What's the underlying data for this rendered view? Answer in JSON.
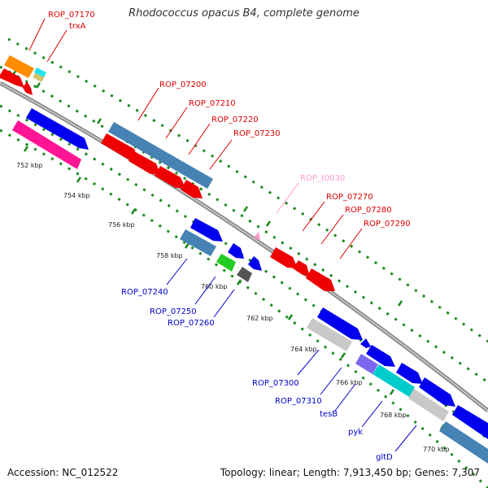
{
  "title": "Rhodococcus opacus B4, complete genome",
  "footer": {
    "accession": "Accession: NC_012522",
    "topology": "Topology: linear; Length: 7,913,450 bp; Genes: 7,307"
  },
  "colors": {
    "backbone": "#8a8a8a",
    "tick": "#1a8a1a",
    "label_forward": "#dd0000",
    "label_reverse": "#0000cc",
    "label_trna": "#ff99cc"
  },
  "ticks": [
    "752 kbp",
    "754 kbp",
    "756 kbp",
    "758 kbp",
    "760 kbp",
    "762 kbp",
    "764 kbp",
    "766 kbp",
    "768 kbp",
    "770 kbp"
  ],
  "gene_labels": [
    {
      "id": "ROP_07170",
      "text": "ROP_07170",
      "strand": "forward"
    },
    {
      "id": "trxA",
      "text": "trxA",
      "strand": "forward"
    },
    {
      "id": "ROP_07200",
      "text": "ROP_07200",
      "strand": "forward"
    },
    {
      "id": "ROP_07210",
      "text": "ROP_07210",
      "strand": "forward"
    },
    {
      "id": "ROP_07220",
      "text": "ROP_07220",
      "strand": "forward"
    },
    {
      "id": "ROP_07230",
      "text": "ROP_07230",
      "strand": "forward"
    },
    {
      "id": "ROP_t0030",
      "text": "ROP_t0030",
      "strand": "trna"
    },
    {
      "id": "ROP_07270",
      "text": "ROP_07270",
      "strand": "forward"
    },
    {
      "id": "ROP_07280",
      "text": "ROP_07280",
      "strand": "forward"
    },
    {
      "id": "ROP_07290",
      "text": "ROP_07290",
      "strand": "forward"
    },
    {
      "id": "ROP_07240",
      "text": "ROP_07240",
      "strand": "reverse"
    },
    {
      "id": "ROP_07250",
      "text": "ROP_07250",
      "strand": "reverse"
    },
    {
      "id": "ROP_07260",
      "text": "ROP_07260",
      "strand": "reverse"
    },
    {
      "id": "ROP_07300",
      "text": "ROP_07300",
      "strand": "reverse"
    },
    {
      "id": "ROP_07310",
      "text": "ROP_07310",
      "strand": "reverse"
    },
    {
      "id": "tesB",
      "text": "tesB",
      "strand": "reverse"
    },
    {
      "id": "pyk",
      "text": "pyk",
      "strand": "reverse"
    },
    {
      "id": "gltD",
      "text": "gltD",
      "strand": "reverse"
    }
  ]
}
